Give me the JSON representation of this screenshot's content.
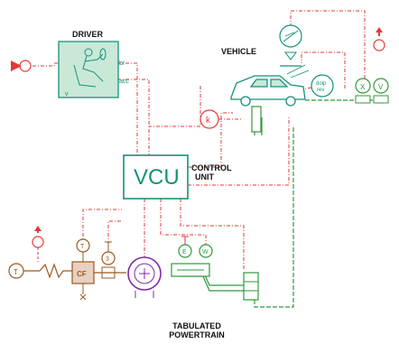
{
  "blocks": {
    "driver": {
      "title": "DRIVER",
      "port_v": "v",
      "port_br": "br",
      "port_acc": "acc"
    },
    "vehicle": {
      "title": "VEHICLE",
      "dolp_line1": "dolp",
      "dolp_line2": "rev"
    },
    "vcu": {
      "text": "VCU",
      "label_line1": "CONTROL",
      "label_line2": "UNIT"
    },
    "k_block": {
      "text": "k"
    },
    "powertrain": {
      "label_line1": "TABULATED",
      "label_line2": "POWERTRAIN"
    },
    "sensors": {
      "torque": "T",
      "speed": "W",
      "energy": "E",
      "x_sensor": "X",
      "v_sensor": "V",
      "cf": "CF",
      "gear_box": "3"
    }
  },
  "colors": {
    "signal": "#e23a3a",
    "mechanical": "#2e9a3a",
    "thermal": "#9b5a1e",
    "electrical": "#7a2bb0",
    "block": "#17917a",
    "driver_fill": "#c9e8d8"
  }
}
